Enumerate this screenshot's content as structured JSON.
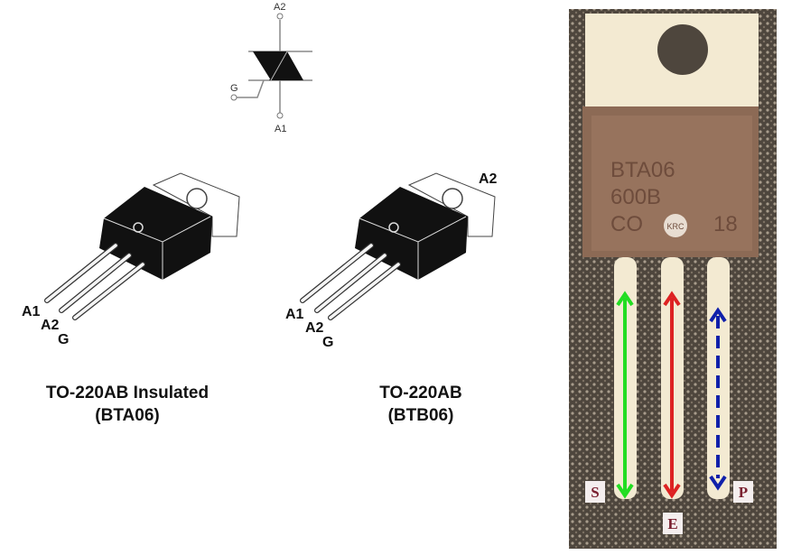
{
  "symbol": {
    "terminal_top": "A2",
    "terminal_gate": "G",
    "terminal_bottom": "A1"
  },
  "package_insulated": {
    "pins": [
      "A1",
      "A2",
      "G"
    ],
    "title": "TO-220AB Insulated",
    "part": "(BTA06)"
  },
  "package_standard": {
    "pins": [
      "A1",
      "A2",
      "G"
    ],
    "tab_label": "A2",
    "title": "TO-220AB",
    "part": "(BTB06)"
  },
  "photo": {
    "markings": [
      "BTA06",
      "600B",
      "CO",
      "18"
    ],
    "logo_badge": "KRC",
    "pin_labels": {
      "left": "S",
      "middle": "E",
      "right": "P"
    },
    "arrow_colors": {
      "left": "#22dd22",
      "middle": "#dd2222",
      "right": "#1020aa"
    }
  }
}
